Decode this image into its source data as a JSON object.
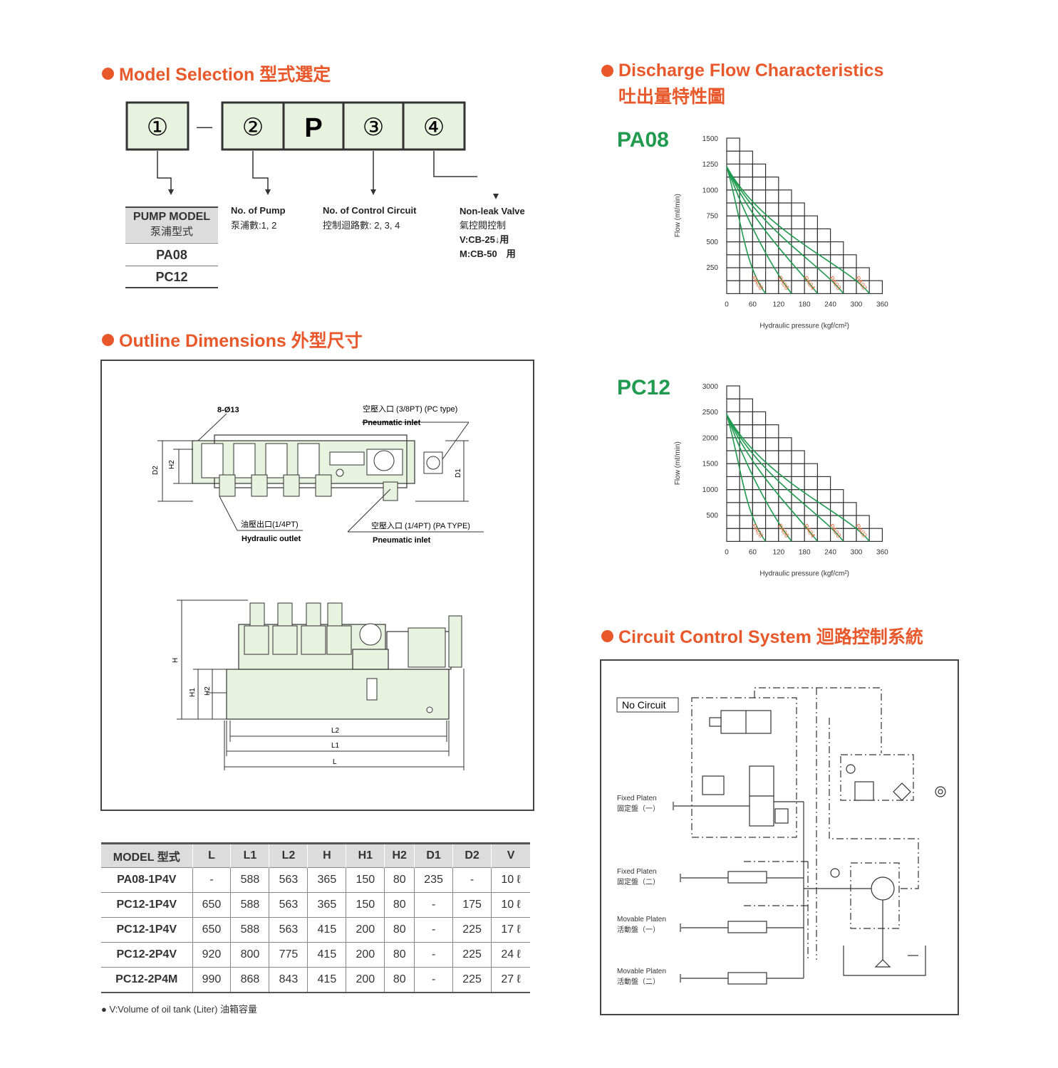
{
  "colors": {
    "accent": "#e8582a",
    "green": "#1f9a4e",
    "box_fill": "#e7f2df"
  },
  "model_selection": {
    "title": "Model Selection 型式選定",
    "boxes": [
      "①",
      "②",
      "P",
      "③",
      "④"
    ],
    "dash": "—",
    "pump_model": {
      "header_en": "PUMP MODEL",
      "header_zh": "泵浦型式",
      "items": [
        "PA08",
        "PC12"
      ]
    },
    "no_of_pump": {
      "label": "No. of Pump",
      "value": "泵浦數:1, 2"
    },
    "no_of_circuit": {
      "label": "No. of Control Circuit",
      "value": "控制迴路數: 2, 3, 4"
    },
    "non_leak": {
      "label": "Non-leak Valve",
      "line1": "氣控閥控制",
      "line2": "V:CB-25↓用",
      "line3": "M:CB-50　用"
    }
  },
  "discharge": {
    "title_en": "Discharge Flow Characteristics",
    "title_zh": "吐出量特性圖",
    "charts": [
      {
        "label": "PA08",
        "y_ticks": [
          "1500",
          "1250",
          "1000",
          "750",
          "500",
          "250"
        ],
        "x_ticks": [
          "0",
          "60",
          "120",
          "180",
          "240",
          "300",
          "360"
        ],
        "ylabel": "Flow (mℓ/min)",
        "xlabel": "Hydraulic pressure (kgf/cm²)",
        "curve_labels": [
          "PA08",
          "PA06",
          "PA04",
          "PA03",
          "PA02"
        ]
      },
      {
        "label": "PC12",
        "y_ticks": [
          "3000",
          "2500",
          "2000",
          "1500",
          "1000",
          "500"
        ],
        "x_ticks": [
          "0",
          "60",
          "120",
          "180",
          "240",
          "300",
          "360"
        ],
        "ylabel": "Flow (mℓ/min)",
        "xlabel": "Hydraulic pressure (kgf/cm²)",
        "curve_labels": [
          "PA08",
          "PA06",
          "PA04",
          "PA03",
          "PA02"
        ]
      }
    ]
  },
  "outline": {
    "title": "Outline Dimensions 外型尺寸",
    "labels": {
      "hole": "8-Ø13",
      "pneu_pc_zh": "空壓入口 (3/8PT) (PC type)",
      "pneu_pc_en": "Pneumatic inlet",
      "hyd_out_zh": "油壓出口(1/4PT)",
      "hyd_out_en": "Hydraulic outlet",
      "pneu_pa_zh": "空壓入口 (1/4PT) (PA TYPE)",
      "pneu_pa_en": "Pneumatic inlet",
      "d2": "D2",
      "h2": "H2",
      "d1": "D1",
      "h": "H",
      "h1": "H1",
      "l2": "L2",
      "l1": "L1",
      "l": "L"
    }
  },
  "table": {
    "headers": [
      "MODEL 型式",
      "L",
      "L1",
      "L2",
      "H",
      "H1",
      "H2",
      "D1",
      "D2",
      "V"
    ],
    "rows": [
      [
        "PA08-1P4V",
        "-",
        "588",
        "563",
        "365",
        "150",
        "80",
        "235",
        "-",
        "10 ℓ"
      ],
      [
        "PC12-1P4V",
        "650",
        "588",
        "563",
        "365",
        "150",
        "80",
        "-",
        "175",
        "10 ℓ"
      ],
      [
        "PC12-1P4V",
        "650",
        "588",
        "563",
        "415",
        "200",
        "80",
        "-",
        "225",
        "17 ℓ"
      ],
      [
        "PC12-2P4V",
        "920",
        "800",
        "775",
        "415",
        "200",
        "80",
        "-",
        "225",
        "24 ℓ"
      ],
      [
        "PC12-2P4M",
        "990",
        "868",
        "843",
        "415",
        "200",
        "80",
        "-",
        "225",
        "27 ℓ"
      ]
    ],
    "note": "● V:Volume of oil tank (Liter) 油箱容量"
  },
  "circuit": {
    "title": "Circuit Control System 迴路控制系統",
    "no_circuit": "No Circuit",
    "labels": [
      {
        "en": "Fixed Platen",
        "zh": "固定盤（一）"
      },
      {
        "en": "Fixed Platen",
        "zh": "固定盤（二）"
      },
      {
        "en": "Movable Platen",
        "zh": "活動盤（一）"
      },
      {
        "en": "Movable Platen",
        "zh": "活動盤（二）"
      }
    ]
  }
}
